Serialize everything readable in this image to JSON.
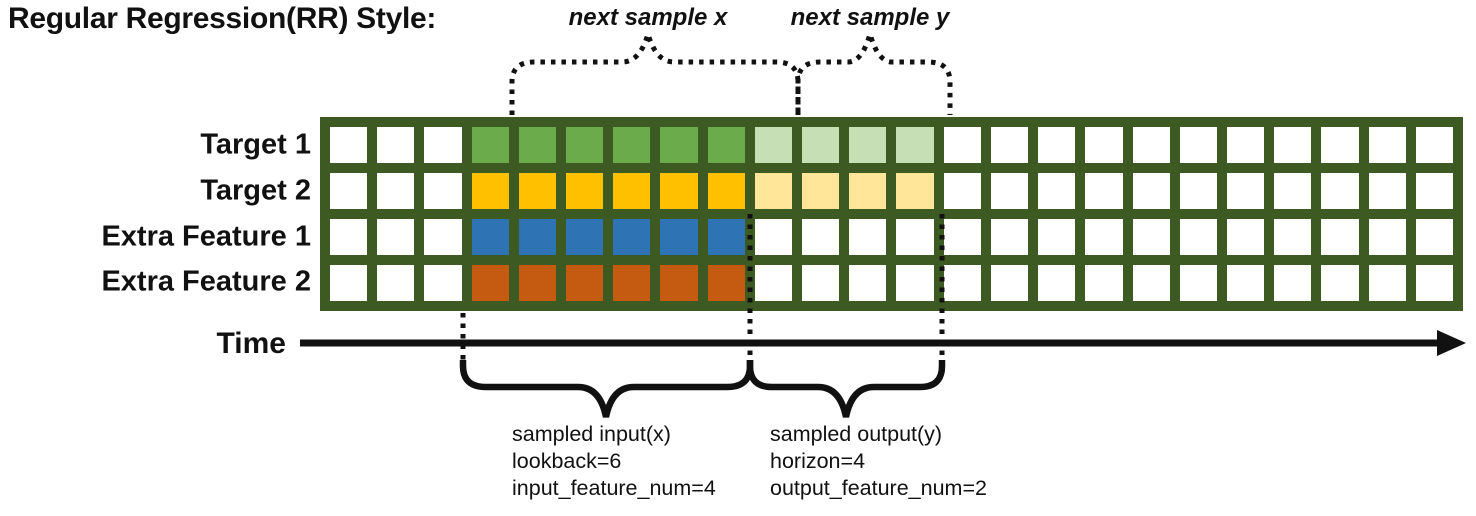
{
  "title": "Regular Regression(RR) Style:",
  "time_label": "Time",
  "annotations": {
    "next_sample_x": "next sample x",
    "next_sample_y": "next sample y",
    "input_lines": [
      "sampled input(x)",
      "lookback=6",
      "input_feature_num=4"
    ],
    "output_lines": [
      "sampled output(y)",
      "horizon=4",
      "output_feature_num=2"
    ]
  },
  "grid": {
    "columns_total": 24,
    "lead_empty_columns": 3,
    "lookback": 6,
    "horizon": 4,
    "trailing_empty_columns": 11,
    "border_color": "#3D5A23",
    "empty_color": "#FFFFFF",
    "rows": [
      {
        "label": "Target 1",
        "input_color": "#6CAB4B",
        "output_color": "#C6DFB5"
      },
      {
        "label": "Target 2",
        "input_color": "#FFC000",
        "output_color": "#FFE699"
      },
      {
        "label": "Extra Feature 1",
        "input_color": "#2E74B5",
        "output_color": null
      },
      {
        "label": "Extra Feature 2",
        "input_color": "#C55A11",
        "output_color": null
      }
    ]
  },
  "colors": {
    "annotation_line": "#111111"
  }
}
